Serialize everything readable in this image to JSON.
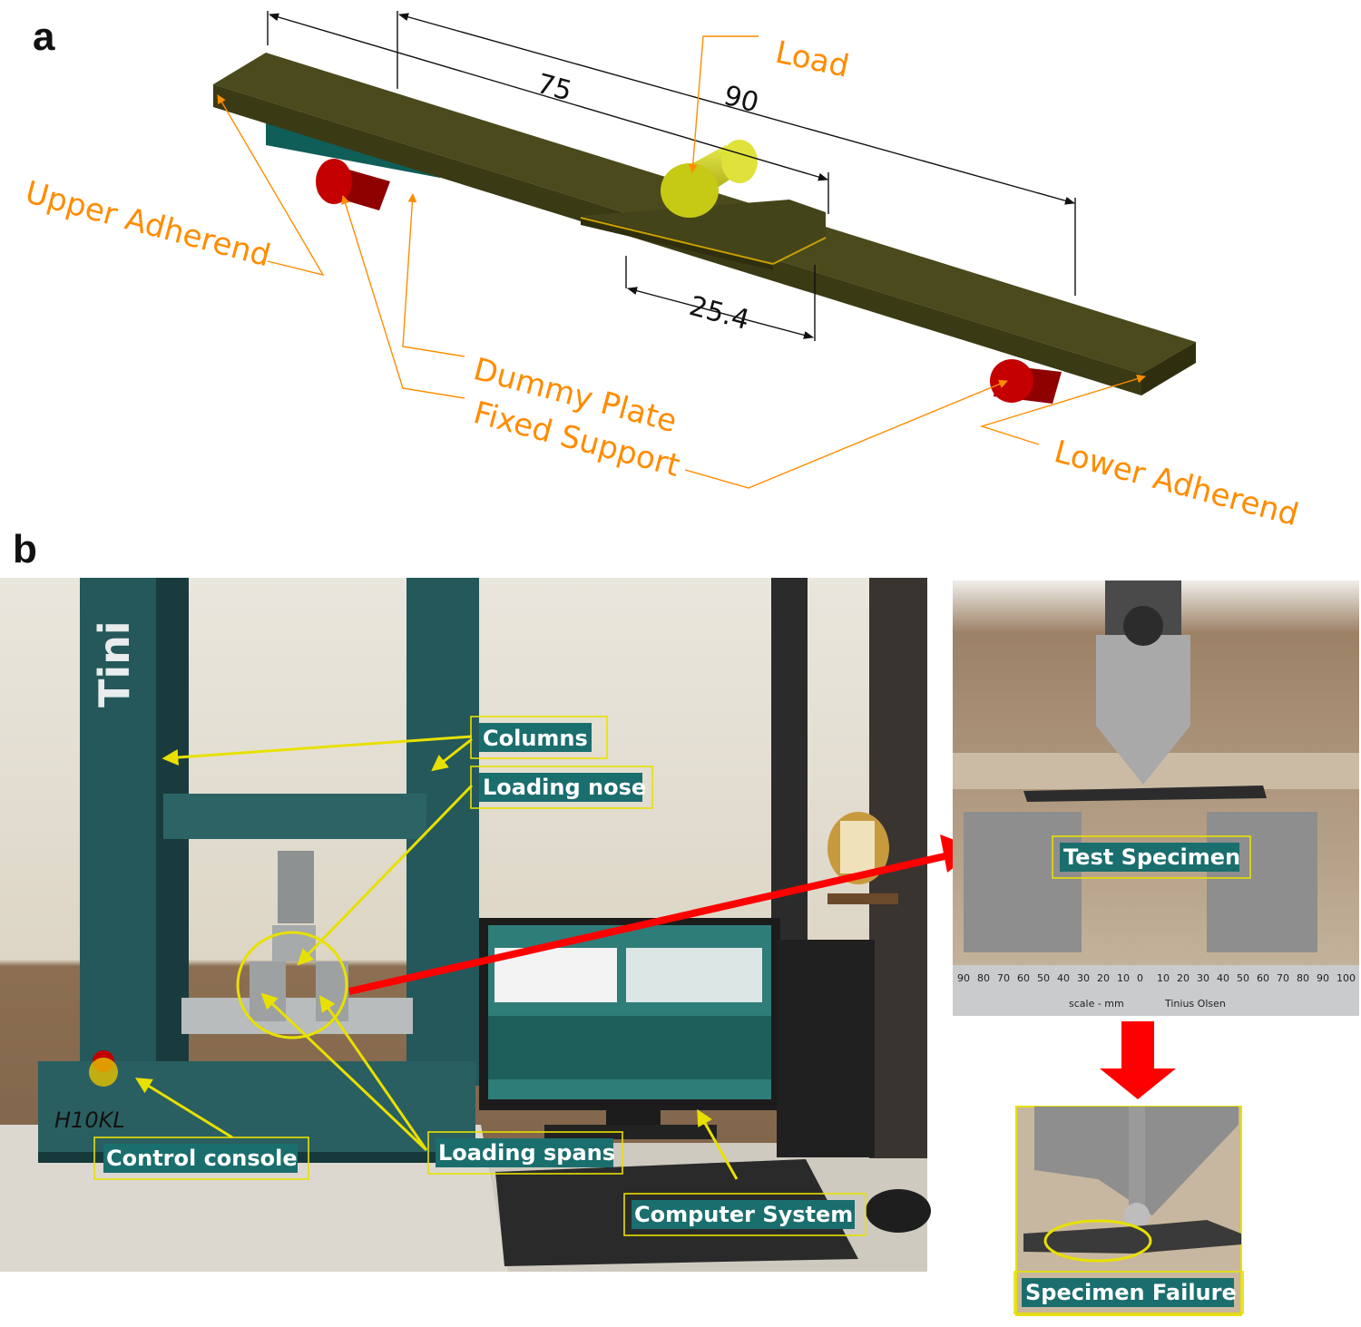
{
  "panel_a": {
    "letter": "a",
    "dimensions": {
      "d75": "75",
      "d90": "90",
      "d254": "25.4"
    },
    "labels": {
      "load": "Load",
      "upper_adherend": "Upper Adherend",
      "dummy_plate": "Dummy Plate",
      "fixed_support": "Fixed Support",
      "lower_adherend": "Lower Adherend"
    }
  },
  "panel_b": {
    "letter": "b",
    "machine_model": "H10KL",
    "machine_logo": "Tini",
    "scale_caption": "scale - mm",
    "scale_brand": "Tinius Olsen",
    "scale_ticks": [
      "90",
      "80",
      "70",
      "60",
      "50",
      "40",
      "30",
      "20",
      "10",
      "0",
      "10",
      "20",
      "30",
      "40",
      "50",
      "60",
      "70",
      "80",
      "90",
      "100"
    ],
    "tags": {
      "columns": "Columns",
      "loading_nose": "Loading nose",
      "control_console": "Control console",
      "loading_spans": "Loading spans",
      "computer_system": "Computer System",
      "test_specimen": "Test Specimen",
      "specimen_failure": "Specimen Failure"
    }
  },
  "colors": {
    "label_orange": "#ff8c00",
    "tag_teal": "#1b6e6e",
    "annotation_yellow": "#e8e000",
    "arrow_red": "#ff0000",
    "beam_olive": "#4a4a1c",
    "plate_teal": "#0f5e57",
    "support_red": "#b20000",
    "load_yellow": "#cfd21a"
  }
}
